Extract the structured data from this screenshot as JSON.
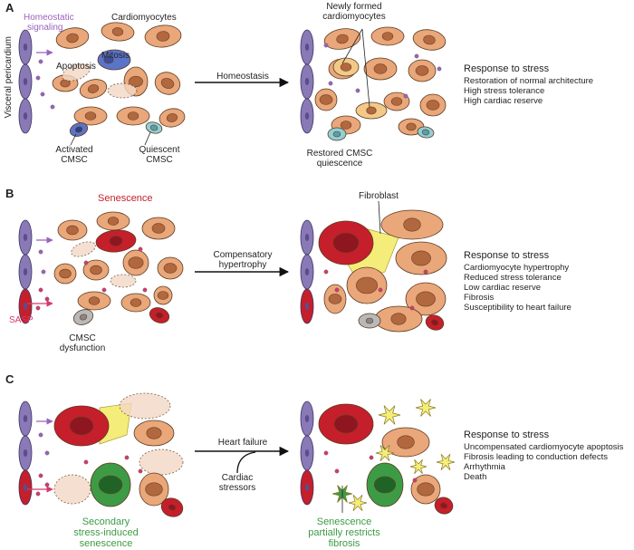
{
  "colors": {
    "cardiomyocyte": "#e9a77a",
    "nucleus": "#b1683f",
    "newly_formed": "#f2c988",
    "senescent": "#c51f2b",
    "fibroblast": "#f5ed7a",
    "secondary_senescent": "#3d9b45",
    "cmsc_activated": "#5a74c9",
    "cmsc_quiescent": "#8fd0d8",
    "cmsc_dysfunction": "#b9b9b9",
    "pericardium": "#8a79b7",
    "homeostatic_signaling": "#9b62bd",
    "sasp": "#d43a6b"
  },
  "panels": {
    "a": {
      "letter": "A",
      "labels": {
        "homeostatic_signaling": [
          "Homeostatic",
          "signaling"
        ],
        "cardiomyocytes": "Cardiomyocytes",
        "mitosis": "Mitosis",
        "apoptosis": "Apoptosis",
        "activated_cmsc": [
          "Activated",
          "CMSC"
        ],
        "quiescent_cmsc": [
          "Quiescent",
          "CMSC"
        ],
        "newly_formed": [
          "Newly formed",
          "cardiomyocytes"
        ],
        "restored_cmsc": [
          "Restored CMSC",
          "quiescence"
        ]
      },
      "arrow_label": "Homeostasis",
      "response_title": "Response to stress",
      "response_items": [
        "Restoration of normal architecture",
        "High stress tolerance",
        "High cardiac reserve"
      ]
    },
    "b": {
      "letter": "B",
      "labels": {
        "senescence": "Senescence",
        "sasp": "SASP",
        "cmsc_dysfunction": [
          "CMSC",
          "dysfunction"
        ],
        "fibroblast": "Fibroblast"
      },
      "arrow_label": [
        "Compensatory",
        "hypertrophy"
      ],
      "response_title": "Response to stress",
      "response_items": [
        "Cardiomyocyte hypertrophy",
        "Reduced stress tolerance",
        "Low cardiac reserve",
        "Fibrosis",
        "Susceptibility to heart failure"
      ]
    },
    "c": {
      "letter": "C",
      "labels": {
        "secondary_senescence": [
          "Secondary",
          "stress-induced",
          "senescence"
        ],
        "restricts_fibrosis": [
          "Senescence",
          "partially restricts",
          "fibrosis"
        ],
        "cardiac_stressors": [
          "Cardiac",
          "stressors"
        ]
      },
      "arrow_label": "Heart failure",
      "response_title": "Response to stress",
      "response_items": [
        "Uncompensated cardiomyocyte apoptosis",
        "Fibrosis leading to conduction defects",
        "Arrhythmia",
        "Death"
      ]
    }
  },
  "visceral_pericardium": "Visceral pericardium"
}
